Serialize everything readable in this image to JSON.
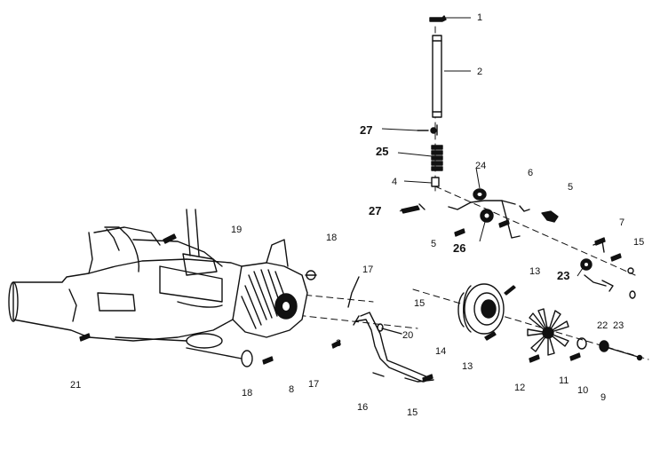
{
  "diagram": {
    "callouts": [
      {
        "id": "c1",
        "label": "1"
      },
      {
        "id": "c2",
        "label": "2"
      },
      {
        "id": "c27a",
        "label": "27"
      },
      {
        "id": "c25",
        "label": "25"
      },
      {
        "id": "c4",
        "label": "4"
      },
      {
        "id": "c24",
        "label": "24"
      },
      {
        "id": "c6",
        "label": "6"
      },
      {
        "id": "c5a",
        "label": "5"
      },
      {
        "id": "c27b",
        "label": "27"
      },
      {
        "id": "c7",
        "label": "7"
      },
      {
        "id": "c26",
        "label": "26"
      },
      {
        "id": "c5b",
        "label": "5"
      },
      {
        "id": "c15a",
        "label": "15"
      },
      {
        "id": "c19",
        "label": "19"
      },
      {
        "id": "c18a",
        "label": "18"
      },
      {
        "id": "c17a",
        "label": "17"
      },
      {
        "id": "c13a",
        "label": "13"
      },
      {
        "id": "c23a",
        "label": "23"
      },
      {
        "id": "c15b",
        "label": "15"
      },
      {
        "id": "c22",
        "label": "22"
      },
      {
        "id": "c23b",
        "label": "23"
      },
      {
        "id": "c20",
        "label": "20"
      },
      {
        "id": "c3",
        "label": "3"
      },
      {
        "id": "c14",
        "label": "14"
      },
      {
        "id": "c13b",
        "label": "13"
      },
      {
        "id": "c12",
        "label": "12"
      },
      {
        "id": "c11",
        "label": "11"
      },
      {
        "id": "c10",
        "label": "10"
      },
      {
        "id": "c9",
        "label": "9"
      },
      {
        "id": "c21",
        "label": "21"
      },
      {
        "id": "c18b",
        "label": "18"
      },
      {
        "id": "c8",
        "label": "8"
      },
      {
        "id": "c17b",
        "label": "17"
      },
      {
        "id": "c16",
        "label": "16"
      },
      {
        "id": "c15c",
        "label": "15"
      }
    ]
  }
}
